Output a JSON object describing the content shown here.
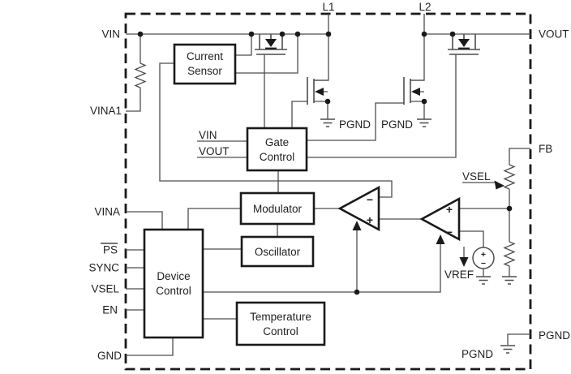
{
  "diagram_type": "dc-dc-converter-functional-block-diagram",
  "colors": {
    "wire": "#4d4d4d",
    "outline": "#1a1a1a",
    "background": "#ffffff",
    "text": "#1f1f1f"
  },
  "pins": {
    "top": [
      "L1",
      "L2"
    ],
    "left": [
      "VIN",
      "VINA1",
      "VINA",
      "PS",
      "SYNC",
      "VSEL",
      "EN",
      "GND"
    ],
    "right": [
      "VOUT",
      "FB",
      "PGND"
    ]
  },
  "labels": {
    "l1": "L1",
    "l2": "L2",
    "vin": "VIN",
    "vina1": "VINA1",
    "vina": "VINA",
    "ps": "PS",
    "sync": "SYNC",
    "vsel": "VSEL",
    "en": "EN",
    "gnd": "GND",
    "vout": "VOUT",
    "fb": "FB",
    "pgnd_pin": "PGND",
    "pgnd_n1": "PGND",
    "pgnd_n2": "PGND",
    "pgnd_bottom": "PGND",
    "gate_vin": "VIN",
    "gate_vout": "VOUT",
    "vsel_tap": "VSEL",
    "vref": "VREF",
    "plus": "+",
    "minus": "−"
  },
  "blocks": {
    "current_sensor": {
      "l1": "Current",
      "l2": "Sensor"
    },
    "gate_control": {
      "l1": "Gate",
      "l2": "Control"
    },
    "modulator": {
      "l1": "Modulator"
    },
    "oscillator": {
      "l1": "Oscillator"
    },
    "device_control": {
      "l1": "Device",
      "l2": "Control"
    },
    "temperature_control": {
      "l1": "Temperature",
      "l2": "Control"
    }
  }
}
